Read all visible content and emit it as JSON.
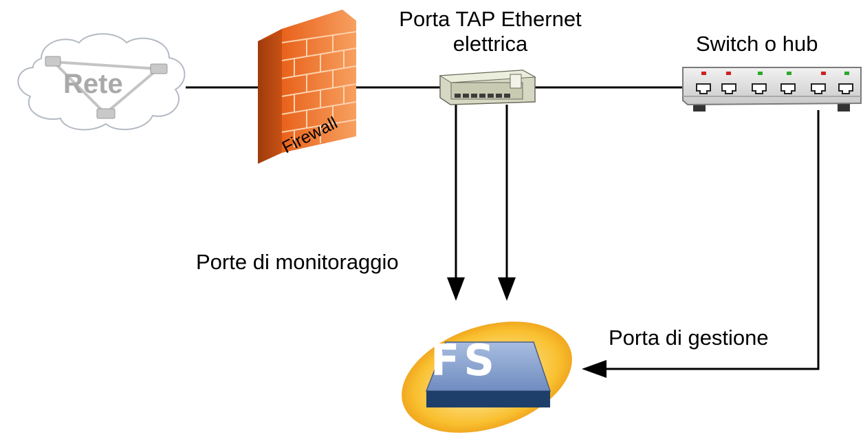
{
  "labels": {
    "tap_line1": "Porta TAP Ethernet",
    "tap_line2": "elettrica",
    "switch": "Switch o hub",
    "monitoring_ports": "Porte di monitoraggio",
    "management_port": "Porta di gestione",
    "firewall": "Firewall",
    "network": "Rete",
    "appliance": "FS"
  },
  "icons": {
    "cloud": "cloud-network-icon",
    "firewall": "brick-wall-icon",
    "tap": "ethernet-tap-device-icon",
    "switch": "switch-hub-icon",
    "appliance": "fs-appliance-icon"
  },
  "colors": {
    "line": "#000000",
    "firewall_brick": "#f07a2a",
    "cloud_outline": "#b0b8c0",
    "appliance_blue": "#7f9ac8",
    "appliance_ring": "#f4a21a"
  }
}
